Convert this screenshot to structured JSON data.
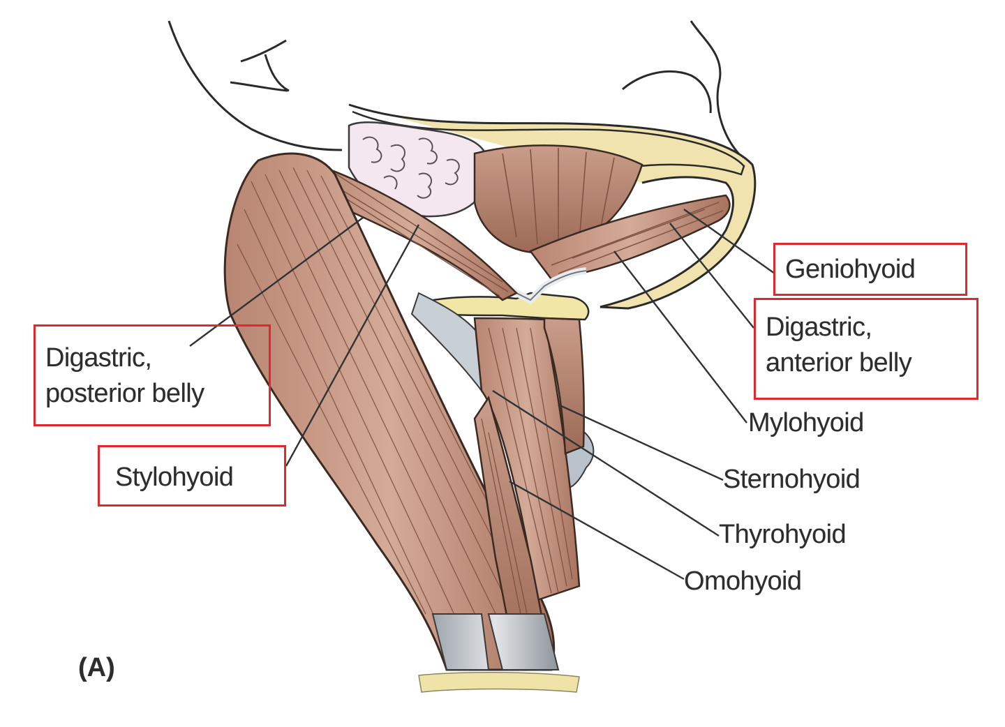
{
  "figure": {
    "panel_label": "(A)",
    "label_box_color": "#e0282d",
    "muscle_color": "#c79a86",
    "muscle_shadow_color": "#8e5f4e",
    "bone_color": "#efe3a8",
    "gland_color": "#f3e6ee"
  },
  "labels": {
    "geniohyoid": "Geniohyoid",
    "digastric_anterior": [
      "Digastric,",
      "anterior belly"
    ],
    "digastric_posterior": [
      "Digastric,",
      "posterior belly"
    ],
    "stylohyoid": "Stylohyoid",
    "mylohyoid": "Mylohyoid",
    "sternohyoid": "Sternohyoid",
    "thyrohyoid": "Thyrohyoid",
    "omohyoid": "Omohyoid"
  }
}
